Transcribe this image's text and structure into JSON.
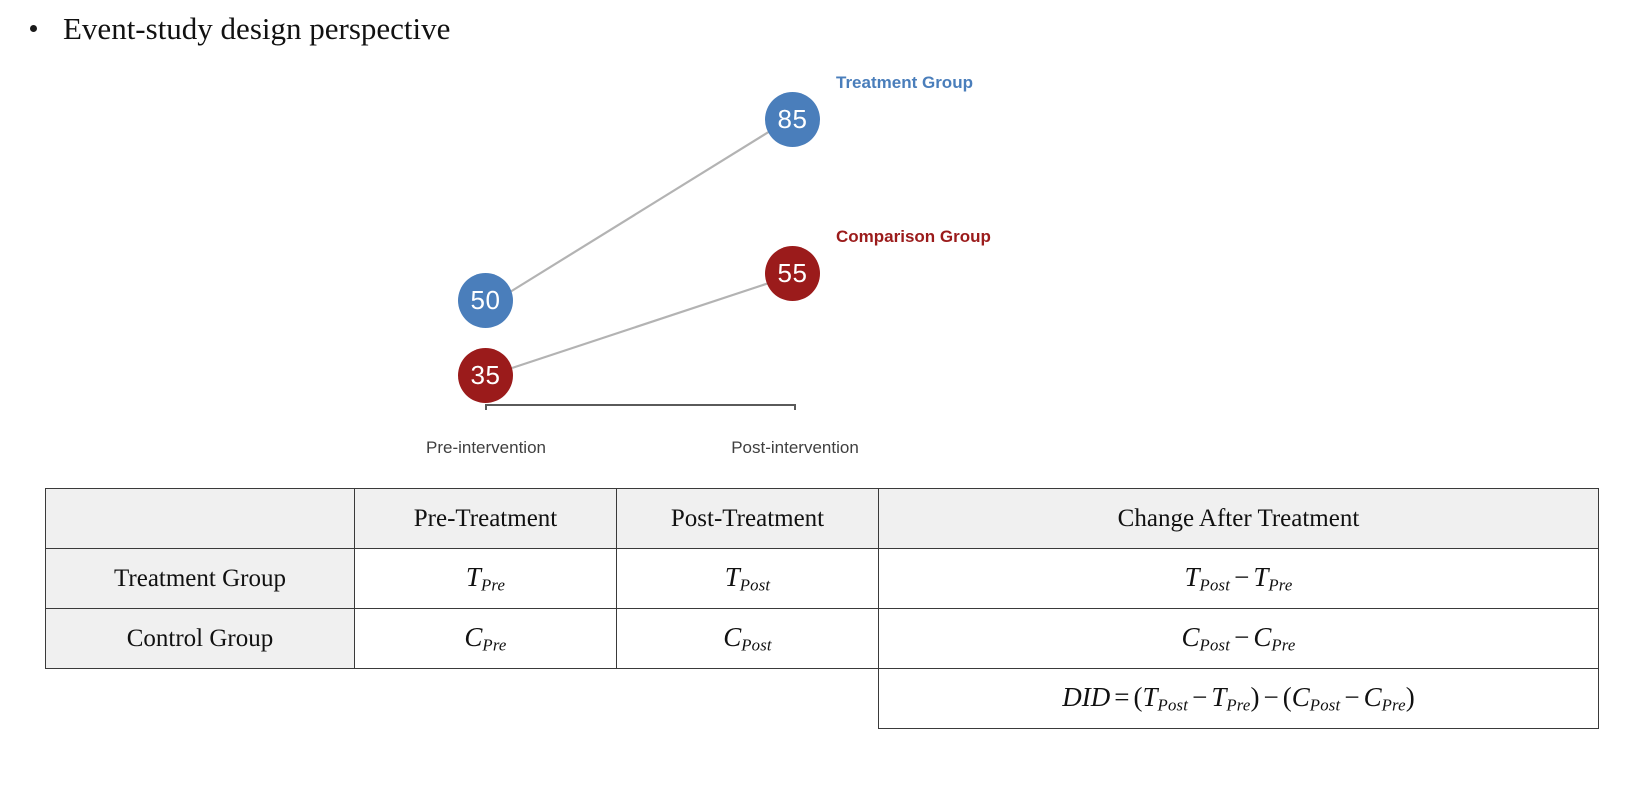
{
  "slide": {
    "bullet": "Event-study design perspective"
  },
  "chart_data": {
    "type": "line",
    "title": "",
    "xlabel": "",
    "ylabel": "",
    "categories": [
      "Pre-intervention",
      "Post-intervention"
    ],
    "series": [
      {
        "name": "Treatment Group",
        "values": [
          50,
          85
        ],
        "color": "#4A7EBB"
      },
      {
        "name": "Comparison Group",
        "values": [
          35,
          55
        ],
        "color": "#9B1B1B"
      }
    ],
    "legend_position": "inline-right",
    "grid": false,
    "axis_bracket": true,
    "connector_color": "#B3B3B3"
  },
  "chart": {
    "treatment_label": "Treatment Group",
    "comparison_label": "Comparison Group",
    "treatment_color": "#4A7EBB",
    "comparison_color": "#9B1B1B",
    "nodes": {
      "treatment_pre": "50",
      "treatment_post": "85",
      "comparison_pre": "35",
      "comparison_post": "55"
    },
    "axis": {
      "pre": "Pre-intervention",
      "post": "Post-intervention"
    }
  },
  "table": {
    "headers": [
      "",
      "Pre-Treatment",
      "Post-Treatment",
      "Change After Treatment"
    ],
    "rows": [
      {
        "group": "Treatment Group",
        "pre_base": "T",
        "pre_sub": "Pre",
        "post_base": "T",
        "post_sub": "Post",
        "change": {
          "a_base": "T",
          "a_sub": "Post",
          "op": "−",
          "b_base": "T",
          "b_sub": "Pre"
        }
      },
      {
        "group": "Control Group",
        "pre_base": "C",
        "pre_sub": "Pre",
        "post_base": "C",
        "post_sub": "Post",
        "change": {
          "a_base": "C",
          "a_sub": "Post",
          "op": "−",
          "b_base": "C",
          "b_sub": "Pre"
        }
      }
    ],
    "did_row": {
      "name": "DID",
      "equals": "=",
      "open1": "(",
      "t_post_base": "T",
      "t_post_sub": "Post",
      "minus1": "−",
      "t_pre_base": "T",
      "t_pre_sub": "Pre",
      "close1": ")",
      "minus_mid": "−",
      "open2": "(",
      "c_post_base": "C",
      "c_post_sub": "Post",
      "minus2": "−",
      "c_pre_base": "C",
      "c_pre_sub": "Pre",
      "close2": ")"
    }
  }
}
